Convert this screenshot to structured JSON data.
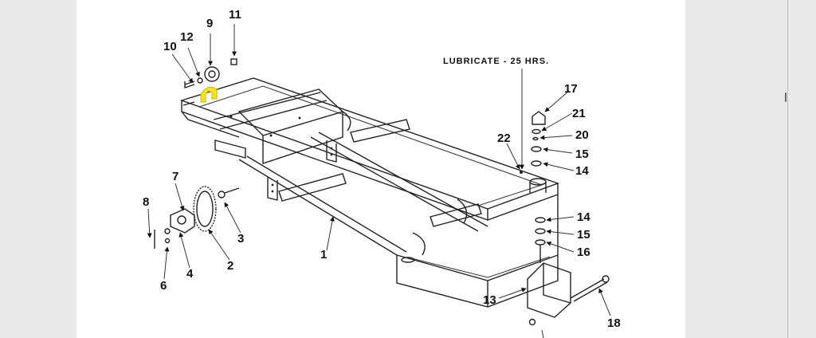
{
  "document": {
    "note": "LUBRICATE - 25 HRS.",
    "callouts": {
      "c1": "1",
      "c2": "2",
      "c3": "3",
      "c4": "4",
      "c6": "6",
      "c7": "7",
      "c8": "8",
      "c9": "9",
      "c10": "10",
      "c11": "11",
      "c12": "12",
      "c13": "13",
      "c14a": "14",
      "c14b": "14",
      "c15a": "15",
      "c15b": "15",
      "c16": "16",
      "c17": "17",
      "c18": "18",
      "c20": "20",
      "c21": "21",
      "c22": "22"
    },
    "highlight_color": "#f5e51b"
  }
}
